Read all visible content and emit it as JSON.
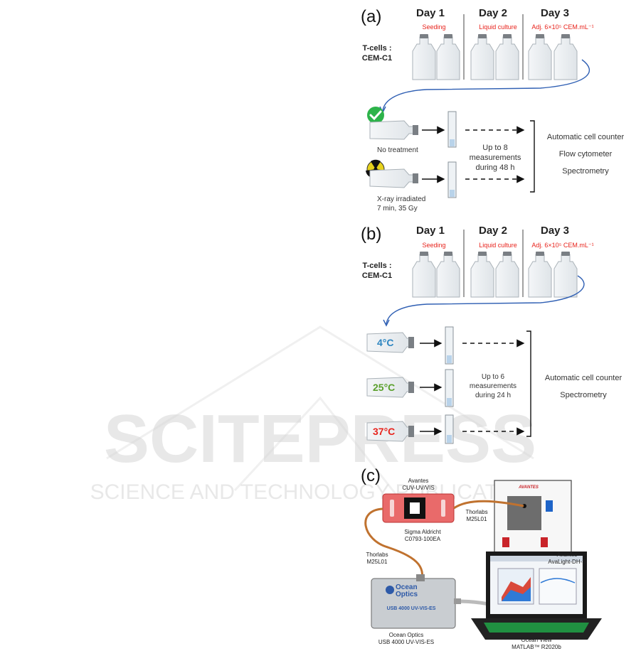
{
  "watermark": {
    "line1": "SCITEPRESS",
    "line2": "SCIENCE AND TECHNOLOGY PUBLICATIONS"
  },
  "panel_a": {
    "label": "(a)",
    "days": [
      "Day 1",
      "Day 2",
      "Day 3"
    ],
    "sublabels": [
      "Seeding",
      "Liquid culture",
      "Adj. 6×10⁵ CEM.mL⁻¹"
    ],
    "tcells_line1": "T-cells :",
    "tcells_line2": "CEM-C1",
    "no_treatment": "No treatment",
    "xray_line1": "X-ray irradiated",
    "xray_line2": "7 min, 35 Gy",
    "measure_line1": "Up to 8",
    "measure_line2": "measurements",
    "measure_line3": "during 48 h",
    "outputs": [
      "Automatic cell counter",
      "Flow cytometer",
      "Spectrometry"
    ]
  },
  "panel_b": {
    "label": "(b)",
    "days": [
      "Day 1",
      "Day 2",
      "Day 3"
    ],
    "sublabels": [
      "Seeding",
      "Liquid culture",
      "Adj. 6×10⁵ CEM.mL⁻¹"
    ],
    "tcells_line1": "T-cells :",
    "tcells_line2": "CEM-C1",
    "temps": [
      {
        "label": "4°C",
        "color": "#2e86c1"
      },
      {
        "label": "25°C",
        "color": "#5aa02c"
      },
      {
        "label": "37°C",
        "color": "#e8231c"
      }
    ],
    "measure_line1": "Up to 6",
    "measure_line2": "measurements",
    "measure_line3": "during 24 h",
    "outputs": [
      "Automatic cell counter",
      "Spectrometry"
    ]
  },
  "panel_c": {
    "label": "(c)",
    "avantes_cuv_line1": "Avantes",
    "avantes_cuv_line2": "CUV-UV/VIS",
    "thorlabs_right_line1": "Thorlabs",
    "thorlabs_right_line2": "M25L01",
    "sigma_line1": "Sigma Aldricht",
    "sigma_line2": "C0793-100EA",
    "thorlabs_left_line1": "Thorlabs",
    "thorlabs_left_line2": "M25L01",
    "avalight_line1": "Avantes",
    "avalight_line2": "AvaLight-DH-S",
    "avantes_logo": "AVANTES",
    "ocean_logo_line1": "Ocean",
    "ocean_logo_line2": "Optics",
    "usb_panel": "USB 4000 UV-VIS-ES",
    "ocean_line1": "Ocean Optics",
    "ocean_line2": "USB 4000 UV-VIS-ES",
    "software_line1": "Ocean View",
    "software_line2": "MATLAB™ R2020b"
  }
}
